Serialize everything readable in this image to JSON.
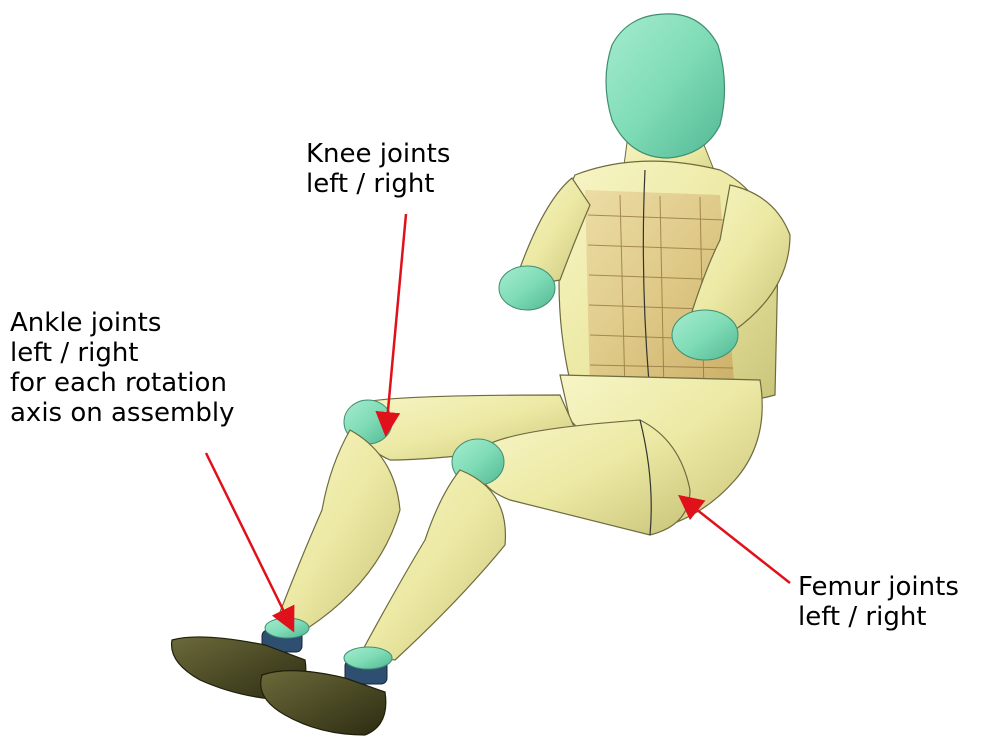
{
  "labels": {
    "knee": {
      "line1": "Knee joints",
      "line2": "left / right"
    },
    "ankle": {
      "line1": "Ankle joints",
      "line2": "left / right",
      "line3": "for each rotation",
      "line4": "axis on assembly"
    },
    "femur": {
      "line1": "Femur joints",
      "line2": "left / right"
    }
  },
  "colors": {
    "arrow": "#e0111b",
    "head": "#7fdcb6",
    "body": "#ece9a4",
    "body_outline": "#6e6b3e",
    "vest": "#d9b873",
    "shoe": "#4b4a24",
    "ankle_part": "#2f4f70"
  }
}
